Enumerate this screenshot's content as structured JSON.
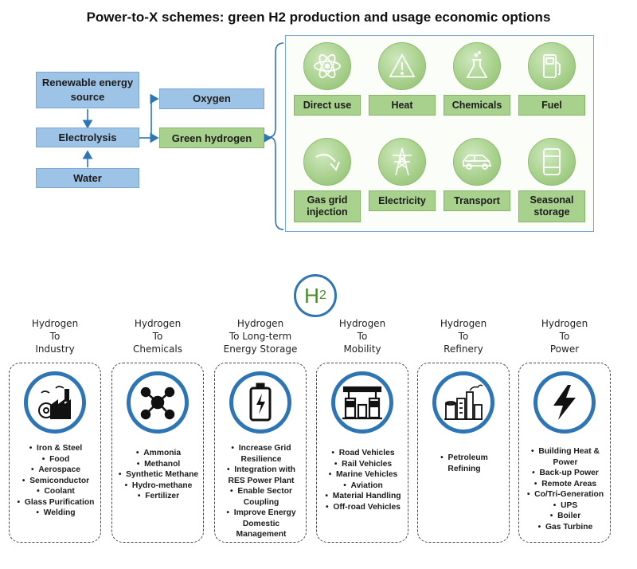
{
  "title": "Power-to-X schemes: green H2 production and usage economic options",
  "flow": {
    "renewable": "Renewable energy\nsource",
    "electrolysis": "Electrolysis",
    "water": "Water",
    "oxygen": "Oxygen",
    "green_hydrogen": "Green hydrogen"
  },
  "options": [
    {
      "label": "Direct use",
      "icon": "atom-icon"
    },
    {
      "label": "Heat",
      "icon": "warning-triangle-icon"
    },
    {
      "label": "Chemicals",
      "icon": "flask-icon"
    },
    {
      "label": "Fuel",
      "icon": "fuel-pump-icon"
    },
    {
      "label": "Gas grid\ninjection",
      "icon": "curved-arrow-icon"
    },
    {
      "label": "Electricity",
      "icon": "power-pylon-icon"
    },
    {
      "label": "Transport",
      "icon": "car-icon"
    },
    {
      "label": "Seasonal\nstorage",
      "icon": "barrel-icon"
    }
  ],
  "h2": {
    "main": "H",
    "sub": "2"
  },
  "categories": [
    {
      "head": "Hydrogen\nTo\nIndustry",
      "icon": "factory-icon",
      "items": [
        {
          "t": "Iron & Steel",
          "b": true
        },
        {
          "t": "Food",
          "b": true
        },
        {
          "t": "Aerospace",
          "b": true
        },
        {
          "t": "Semiconductor",
          "b": true
        },
        {
          "t": "Coolant",
          "b": true
        },
        {
          "t": "Glass Purification",
          "b": true
        },
        {
          "t": "Welding",
          "b": true
        }
      ]
    },
    {
      "head": "Hydrogen\nTo\nChemicals",
      "icon": "molecule-icon",
      "items": [
        {
          "t": "Ammonia",
          "b": true
        },
        {
          "t": "Methanol",
          "b": true
        },
        {
          "t": "Synthetic Methane",
          "b": true
        },
        {
          "t": "Hydro-methane",
          "b": true
        },
        {
          "t": "Fertilizer",
          "b": true
        }
      ]
    },
    {
      "head": "Hydrogen\nTo Long-term\nEnergy Storage",
      "icon": "battery-icon",
      "items": [
        {
          "t": "Increase Grid",
          "b": true
        },
        {
          "t": "Resilience",
          "b": false
        },
        {
          "t": "Integration with",
          "b": true
        },
        {
          "t": "RES Power Plant",
          "b": false
        },
        {
          "t": "Enable Sector",
          "b": true
        },
        {
          "t": "Coupling",
          "b": false
        },
        {
          "t": "Improve Energy",
          "b": true
        },
        {
          "t": "Domestic",
          "b": false
        },
        {
          "t": "Management",
          "b": false
        }
      ]
    },
    {
      "head": "Hydrogen\nTo\nMobility",
      "icon": "fuel-station-icon",
      "items": [
        {
          "t": "Road Vehicles",
          "b": true
        },
        {
          "t": "Rail Vehicles",
          "b": true
        },
        {
          "t": "Marine Vehicles",
          "b": true
        },
        {
          "t": "Aviation",
          "b": true
        },
        {
          "t": "Material Handling",
          "b": true
        },
        {
          "t": "Off-road Vehicles",
          "b": true
        }
      ]
    },
    {
      "head": "Hydrogen\nTo\nRefinery",
      "icon": "refinery-icon",
      "items": [
        {
          "t": "Petroleum",
          "b": true
        },
        {
          "t": "Refining",
          "b": false
        }
      ]
    },
    {
      "head": "Hydrogen\nTo\nPower",
      "icon": "lightning-icon",
      "items": [
        {
          "t": "Building Heat &",
          "b": true
        },
        {
          "t": "Power",
          "b": false
        },
        {
          "t": "Back-up Power",
          "b": true
        },
        {
          "t": "Remote Areas",
          "b": true
        },
        {
          "t": "Co/Tri-Generation",
          "b": true
        },
        {
          "t": "UPS",
          "b": true
        },
        {
          "t": "Boiler",
          "b": true
        },
        {
          "t": "Gas Turbine",
          "b": true
        }
      ]
    }
  ],
  "colors": {
    "flow_blue": "#9dc3e6",
    "green": "#a9d18e",
    "ring_blue": "#2e75b6",
    "arrow": "#2e75b6"
  }
}
